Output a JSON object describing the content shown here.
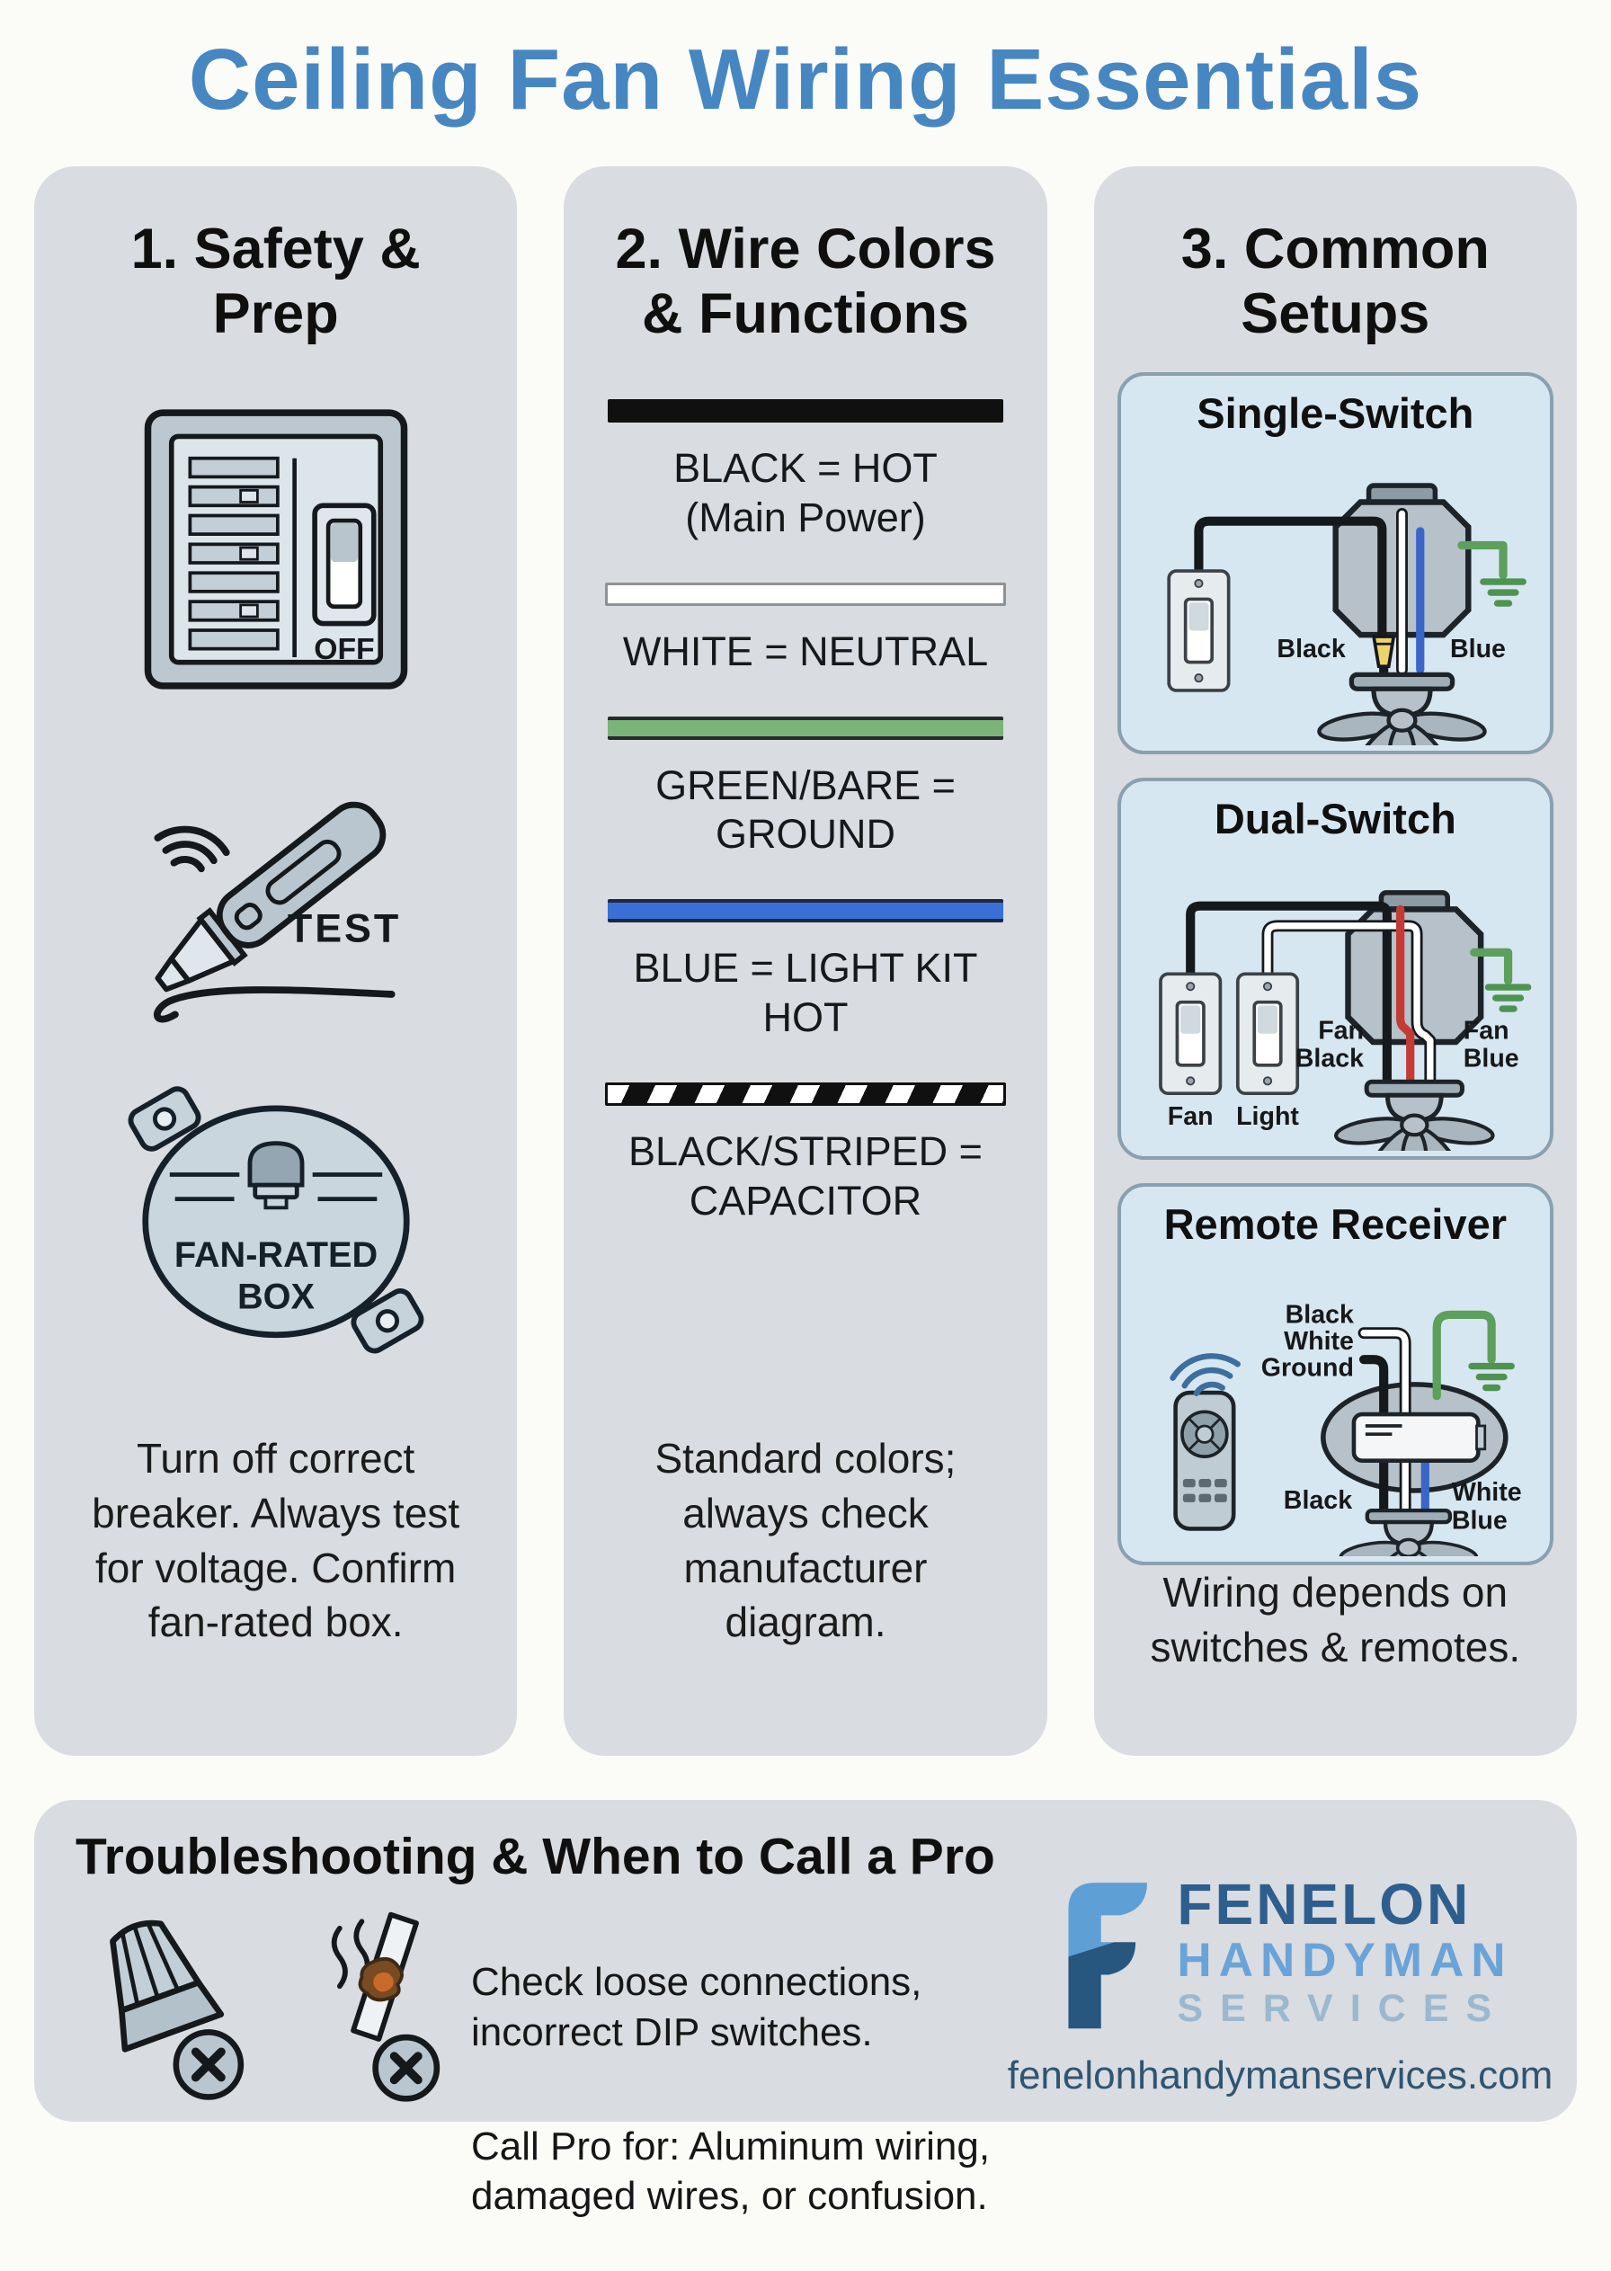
{
  "title": "Ceiling Fan Wiring Essentials",
  "colors": {
    "title_blue": "#4787c1",
    "panel_gray": "#d9dce0",
    "setup_card_bg": "#d7e7f2",
    "setup_card_border": "#8aa0ae",
    "wire_black": "#101010",
    "wire_white": "#ffffff",
    "wire_green": "#7ab478",
    "wire_blue": "#3a6fd8",
    "wire_red": "#c43b35",
    "ground_green": "#5ca05c",
    "logo_dark_blue": "#2d5e8e",
    "logo_mid_blue": "#6aa3d8",
    "logo_light_blue": "#9cb8cf",
    "website_color": "#2f5570"
  },
  "safety": {
    "heading": "1. Safety &\nPrep",
    "breaker_off_label": "OFF",
    "tester_label": "TEST",
    "fan_rated_line1": "FAN-RATED",
    "fan_rated_line2": "BOX",
    "body": "Turn off correct\nbreaker. Always test\nfor voltage. Confirm\nfan-rated box."
  },
  "wire_colors": {
    "heading": "2. Wire Colors\n& Functions",
    "legend": [
      {
        "name": "black",
        "label": "BLACK = HOT\n(Main Power)",
        "hex": "#101010",
        "pattern": "solid"
      },
      {
        "name": "white",
        "label": "WHITE = NEUTRAL",
        "hex": "#ffffff",
        "pattern": "solid"
      },
      {
        "name": "green",
        "label": "GREEN/BARE =\nGROUND",
        "hex": "#7ab478",
        "pattern": "solid"
      },
      {
        "name": "blue",
        "label": "BLUE = LIGHT KIT\nHOT",
        "hex": "#3a6fd8",
        "pattern": "solid"
      },
      {
        "name": "striped",
        "label": "BLACK/STRIPED =\nCAPACITOR",
        "hex": "#101010",
        "pattern": "black-white-diagonal-stripes"
      }
    ],
    "body": "Standard colors;\nalways check\nmanufacturer\ndiagram."
  },
  "setups": {
    "heading": "3. Common\nSetups",
    "single_switch": {
      "title": "Single-Switch",
      "label_black": "Black",
      "label_blue": "Blue"
    },
    "dual_switch": {
      "title": "Dual-Switch",
      "switch_fan": "Fan",
      "switch_light": "Light",
      "left_label_line1": "Fan",
      "left_label_line2": "Black",
      "right_label_line1": "Fan",
      "right_label_line2": "Blue"
    },
    "remote_receiver": {
      "title": "Remote Receiver",
      "top_label_line1": "Black",
      "top_label_line2": "White",
      "top_label_line3": "Ground",
      "bottom_left_label": "Black",
      "bottom_right_line1": "White",
      "bottom_right_line2": "Blue"
    },
    "body": "Wiring depends on\nswitches & remotes."
  },
  "footer": {
    "heading": "Troubleshooting & When to Call a Pro",
    "check_text": "Check loose connections,\nincorrect DIP switches.",
    "call_pro_text": "Call Pro for: Aluminum wiring,\ndamaged wires, or confusion.",
    "brand_line1": "FENELON",
    "brand_line2": "HANDYMAN",
    "brand_line3": "SERVICES",
    "website": "fenelonhandymanservices.com"
  }
}
